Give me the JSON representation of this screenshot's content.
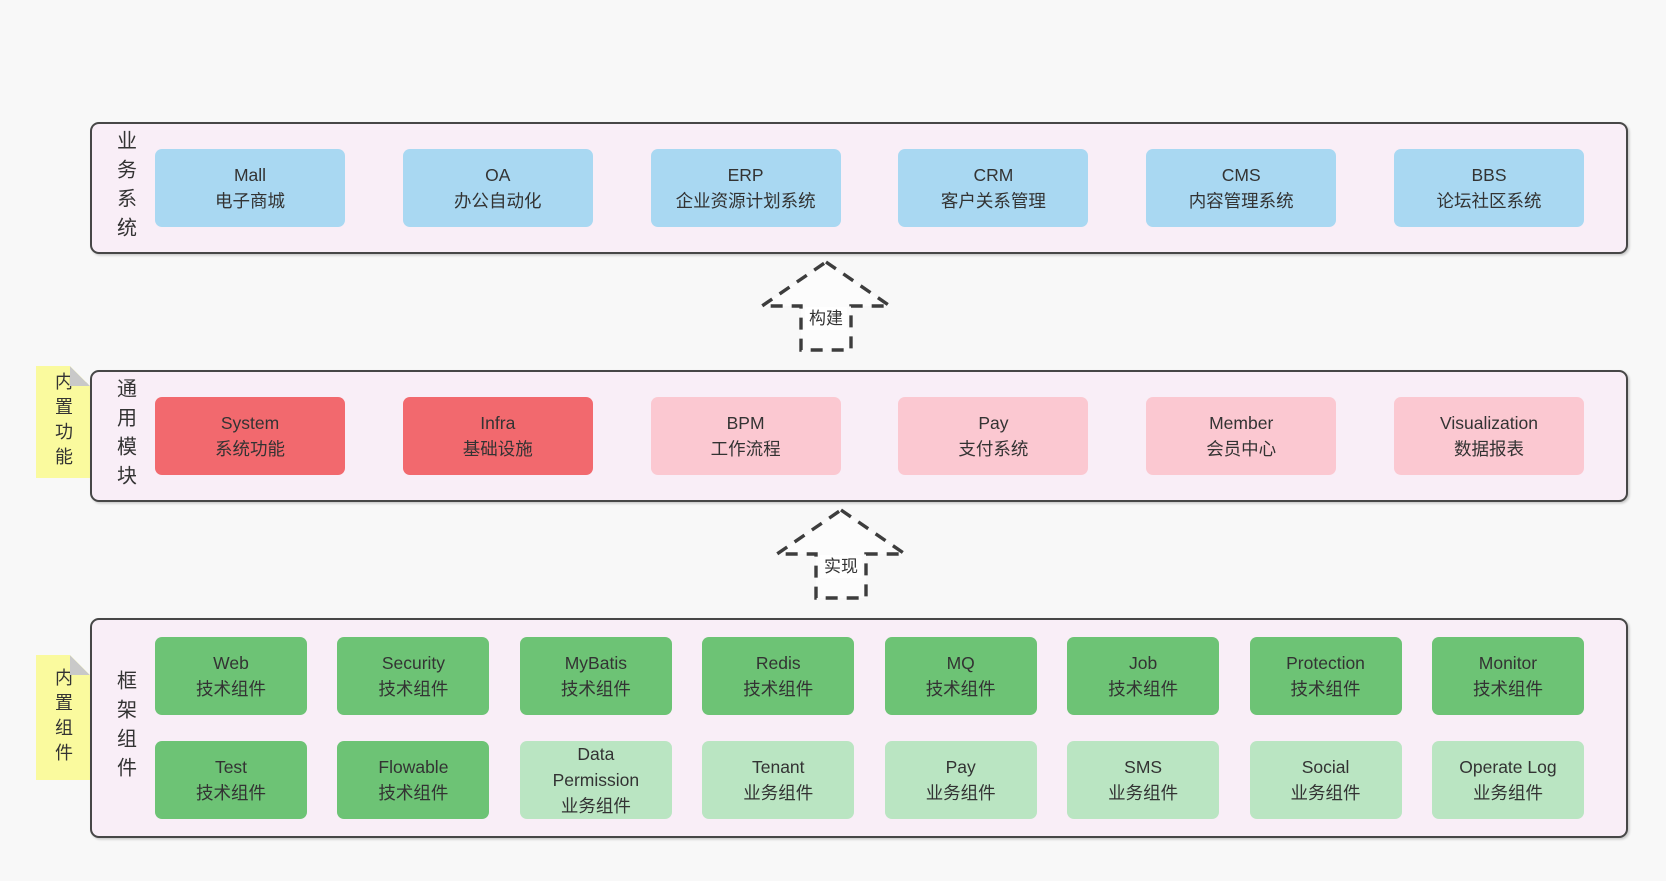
{
  "colors": {
    "canvas": "#f8f8f8",
    "container_bg": "#f9eef7",
    "container_border": "#474747",
    "text": "#333333",
    "blue": "#a9d8f2",
    "red": "#f2696e",
    "pink": "#fbc8d1",
    "green": "#6dc375",
    "lightgreen": "#bae5c2",
    "sticky": "#fafa9e",
    "sticky_fold": "#c9c9c9"
  },
  "arrows": [
    {
      "label": "构建"
    },
    {
      "label": "实现"
    }
  ],
  "layers": [
    {
      "name": "business-systems",
      "label": "业务系统",
      "sticky": null,
      "rows": [
        [
          {
            "title": "Mall",
            "subtitle": "电子商城",
            "color": "blue"
          },
          {
            "title": "OA",
            "subtitle": "办公自动化",
            "color": "blue"
          },
          {
            "title": "ERP",
            "subtitle": "企业资源计划系统",
            "color": "blue"
          },
          {
            "title": "CRM",
            "subtitle": "客户关系管理",
            "color": "blue"
          },
          {
            "title": "CMS",
            "subtitle": "内容管理系统",
            "color": "blue"
          },
          {
            "title": "BBS",
            "subtitle": "论坛社区系统",
            "color": "blue"
          }
        ]
      ]
    },
    {
      "name": "common-modules",
      "label": "通用模块",
      "sticky": "内置功能",
      "rows": [
        [
          {
            "title": "System",
            "subtitle": "系统功能",
            "color": "red"
          },
          {
            "title": "Infra",
            "subtitle": "基础设施",
            "color": "red"
          },
          {
            "title": "BPM",
            "subtitle": "工作流程",
            "color": "pink"
          },
          {
            "title": "Pay",
            "subtitle": "支付系统",
            "color": "pink"
          },
          {
            "title": "Member",
            "subtitle": "会员中心",
            "color": "pink"
          },
          {
            "title": "Visualization",
            "subtitle": "数据报表",
            "color": "pink"
          }
        ]
      ]
    },
    {
      "name": "framework-components",
      "label": "框架组件",
      "sticky": "内置组件",
      "rows": [
        [
          {
            "title": "Web",
            "subtitle": "技术组件",
            "color": "green"
          },
          {
            "title": "Security",
            "subtitle": "技术组件",
            "color": "green"
          },
          {
            "title": "MyBatis",
            "subtitle": "技术组件",
            "color": "green"
          },
          {
            "title": "Redis",
            "subtitle": "技术组件",
            "color": "green"
          },
          {
            "title": "MQ",
            "subtitle": "技术组件",
            "color": "green"
          },
          {
            "title": "Job",
            "subtitle": "技术组件",
            "color": "green"
          },
          {
            "title": "Protection",
            "subtitle": "技术组件",
            "color": "green"
          },
          {
            "title": "Monitor",
            "subtitle": "技术组件",
            "color": "green"
          }
        ],
        [
          {
            "title": "Test",
            "subtitle": "技术组件",
            "color": "green"
          },
          {
            "title": "Flowable",
            "subtitle": "技术组件",
            "color": "green"
          },
          {
            "title": "Data\nPermission",
            "subtitle": "业务组件",
            "color": "lightgreen"
          },
          {
            "title": "Tenant",
            "subtitle": "业务组件",
            "color": "lightgreen"
          },
          {
            "title": "Pay",
            "subtitle": "业务组件",
            "color": "lightgreen"
          },
          {
            "title": "SMS",
            "subtitle": "业务组件",
            "color": "lightgreen"
          },
          {
            "title": "Social",
            "subtitle": "业务组件",
            "color": "lightgreen"
          },
          {
            "title": "Operate Log",
            "subtitle": "业务组件",
            "color": "lightgreen"
          }
        ]
      ]
    }
  ]
}
